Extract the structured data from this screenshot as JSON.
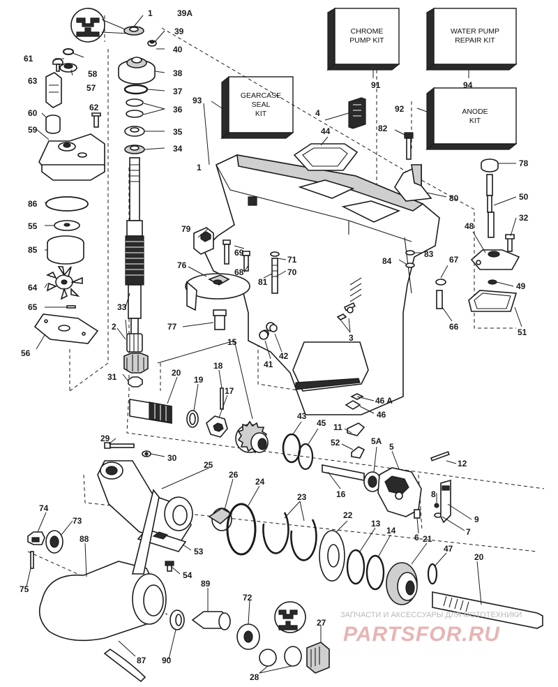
{
  "kits": {
    "chrome_pump": [
      "CHROME",
      "PUMP KIT"
    ],
    "water_pump": [
      "WATER PUMP",
      "REPAIR KIT"
    ],
    "gearcase_seal": [
      "GEARCASE",
      "SEAL",
      "KIT"
    ],
    "anode": [
      "ANODE",
      "KIT"
    ]
  },
  "labels": {
    "p1": "1",
    "p1b": "1",
    "p2": "2",
    "p3": "3",
    "p4": "4",
    "p5": "5",
    "p5a": "5A",
    "p6": "6",
    "p7": "7",
    "p8": "8",
    "p9": "9",
    "p11": "11",
    "p12": "12",
    "p13": "13",
    "p14": "14",
    "p15": "15",
    "p16": "16",
    "p17": "17",
    "p18": "18",
    "p19": "19",
    "p20a": "20",
    "p20b": "20",
    "p21": "21",
    "p22": "22",
    "p23": "23",
    "p24": "24",
    "p25": "25",
    "p26": "26",
    "p27": "27",
    "p28": "28",
    "p29": "29",
    "p30": "30",
    "p31": "31",
    "p32": "32",
    "p33": "33",
    "p34": "34",
    "p35": "35",
    "p36": "36",
    "p37": "37",
    "p38": "38",
    "p39": "39",
    "p39a": "39A",
    "p40": "40",
    "p41": "41",
    "p42": "42",
    "p43": "43",
    "p44": "44",
    "p45": "45",
    "p46": "46",
    "p46a": "46 A",
    "p47": "47",
    "p48": "48",
    "p49": "49",
    "p50": "50",
    "p51": "51",
    "p52": "52",
    "p53": "53",
    "p54": "54",
    "p55": "55",
    "p56": "56",
    "p57": "57",
    "p58": "58",
    "p59": "59",
    "p60": "60",
    "p61": "61",
    "p62": "62",
    "p63": "63",
    "p64": "64",
    "p65": "65",
    "p66": "66",
    "p67": "67",
    "p68": "68",
    "p69": "69",
    "p70": "70",
    "p71": "71",
    "p72": "72",
    "p73": "73",
    "p74": "74",
    "p75": "75",
    "p76": "76",
    "p77": "77",
    "p78": "78",
    "p79": "79",
    "p80": "80",
    "p81": "81",
    "p82": "82",
    "p83": "83",
    "p84": "84",
    "p85": "85",
    "p86": "86",
    "p87": "87",
    "p88": "88",
    "p89": "89",
    "p90": "90",
    "p91": "91",
    "p92": "92",
    "p93": "93",
    "p94": "94"
  },
  "watermark": {
    "line1": "ЗАПЧАСТИ И АКСЕССУАРЫ ДЛЯ МОТОТЕХНИКИ",
    "line2": "PARTSFOR.RU"
  }
}
